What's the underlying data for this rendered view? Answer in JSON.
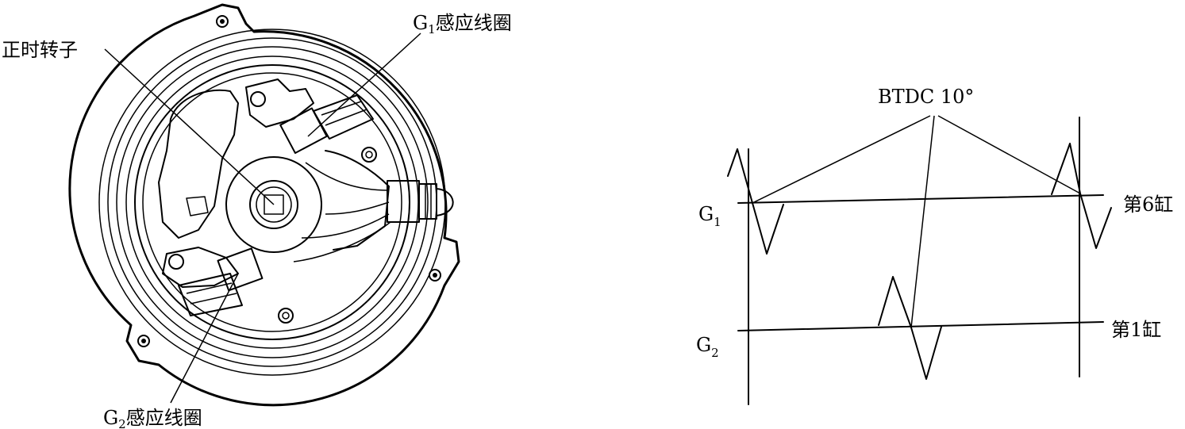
{
  "left_figure": {
    "labels": {
      "timing_rotor": "正时转子",
      "g1_coil_letter": "G",
      "g1_coil_sub": "1",
      "g1_coil_text": "感应线圈",
      "g2_coil_letter": "G",
      "g2_coil_sub": "2",
      "g2_coil_text": "感应线圈"
    }
  },
  "right_figure": {
    "labels": {
      "btdc": "BTDC 10°",
      "g1_letter": "G",
      "g1_sub": "1",
      "g2_letter": "G",
      "g2_sub": "2",
      "cyl6": "第6缸",
      "cyl1": "第1缸"
    }
  }
}
